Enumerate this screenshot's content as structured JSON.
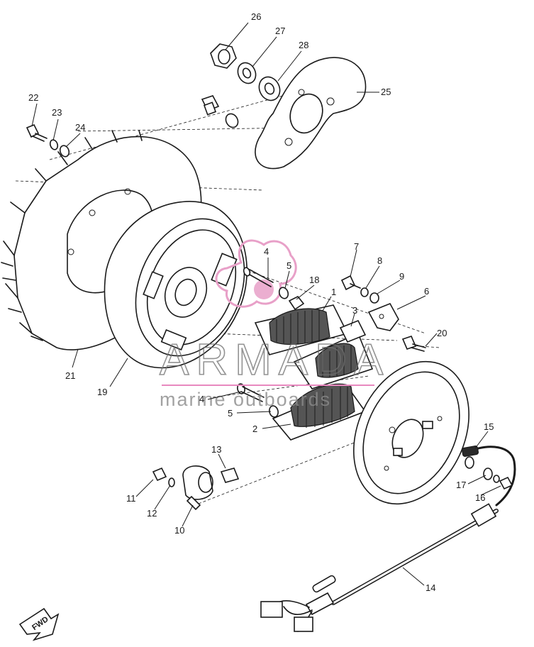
{
  "watermark": {
    "brand": "ARMADA",
    "tagline": "marine outboards",
    "logo_color": "#e8a0c8",
    "rule_color": "#e889bf"
  },
  "direction_badge": "FWD",
  "callouts": [
    "1",
    "2",
    "3",
    "4",
    "4",
    "5",
    "5",
    "6",
    "7",
    "8",
    "9",
    "10",
    "11",
    "12",
    "13",
    "14",
    "15",
    "16",
    "17",
    "18",
    "19",
    "20",
    "21",
    "22",
    "23",
    "24",
    "25",
    "26",
    "27",
    "28"
  ]
}
